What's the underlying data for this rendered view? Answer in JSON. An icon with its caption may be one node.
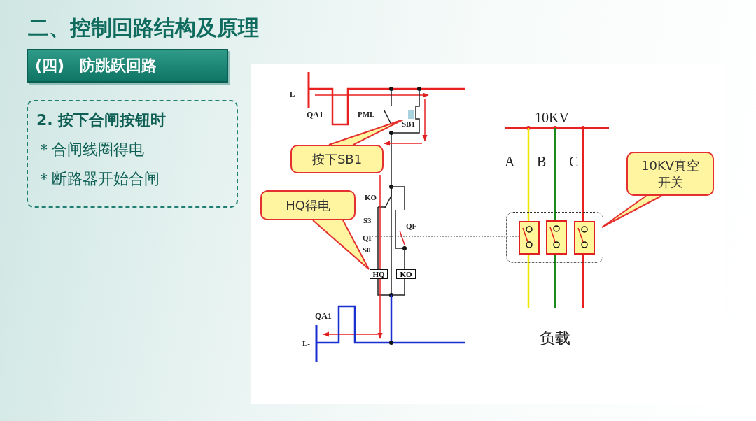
{
  "diagram": {
    "title": "二、控制回路结构及原理",
    "nodes": [
      {
        "text": [
          "(四)　防跳跃回路"
        ]
      },
      {
        "text": [
          "2. 按下合闸按钮时",
          "＊合闸线圈得电",
          "＊断路器开始合闸"
        ]
      },
      {
        "text": [
          "按下SB1"
        ]
      },
      {
        "text": [
          "HQ得电"
        ]
      },
      {
        "text": [
          "10KV真空开关"
        ]
      },
      {
        "text": [
          "HQ"
        ]
      },
      {
        "text": [
          "KO"
        ]
      },
      {
        "text": [],
        "shape": "box"
      },
      {
        "text": [],
        "shape": "box",
        "in": 7
      },
      {
        "text": [],
        "shape": "box",
        "in": 7
      },
      {
        "text": [],
        "shape": "box",
        "in": 7
      }
    ],
    "labels": [
      "L+",
      "QA1",
      "PML",
      "SB1",
      "KO",
      "S3",
      "QF",
      "QF",
      "S0",
      "QA1",
      "L-",
      "10KV",
      "A",
      "B",
      "C",
      "负载"
    ]
  }
}
